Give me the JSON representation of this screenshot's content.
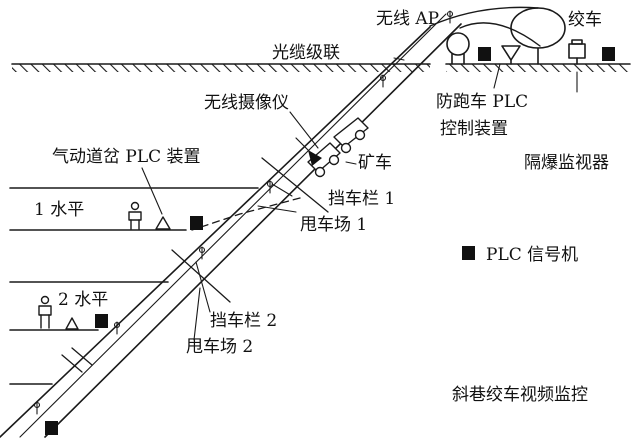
{
  "diagram": {
    "labels": {
      "wireless_ap": "无线 AP",
      "winch": "绞车",
      "fiber_cascade": "光缆级联",
      "wireless_camera": "无线摄像仪",
      "anti_runaway_plc": "防跑车 PLC",
      "control_device": "控制装置",
      "pneumatic_switch_plc": "气动道岔 PLC 装置",
      "mine_car": "矿车",
      "barrier_1": "挡车栏 1",
      "level_1": "1 水平",
      "turnaround_yard_1": "甩车场 1",
      "explosion_proof_monitor": "隔爆监视器",
      "plc_signal_legend": "PLC 信号机",
      "level_2": "2 水平",
      "barrier_2": "挡车栏 2",
      "turnaround_yard_2": "甩车场 2",
      "figure_caption": "斜巷绞车视频监控"
    },
    "colors": {
      "line": "#1a1a1a",
      "fill": "#111111"
    }
  }
}
